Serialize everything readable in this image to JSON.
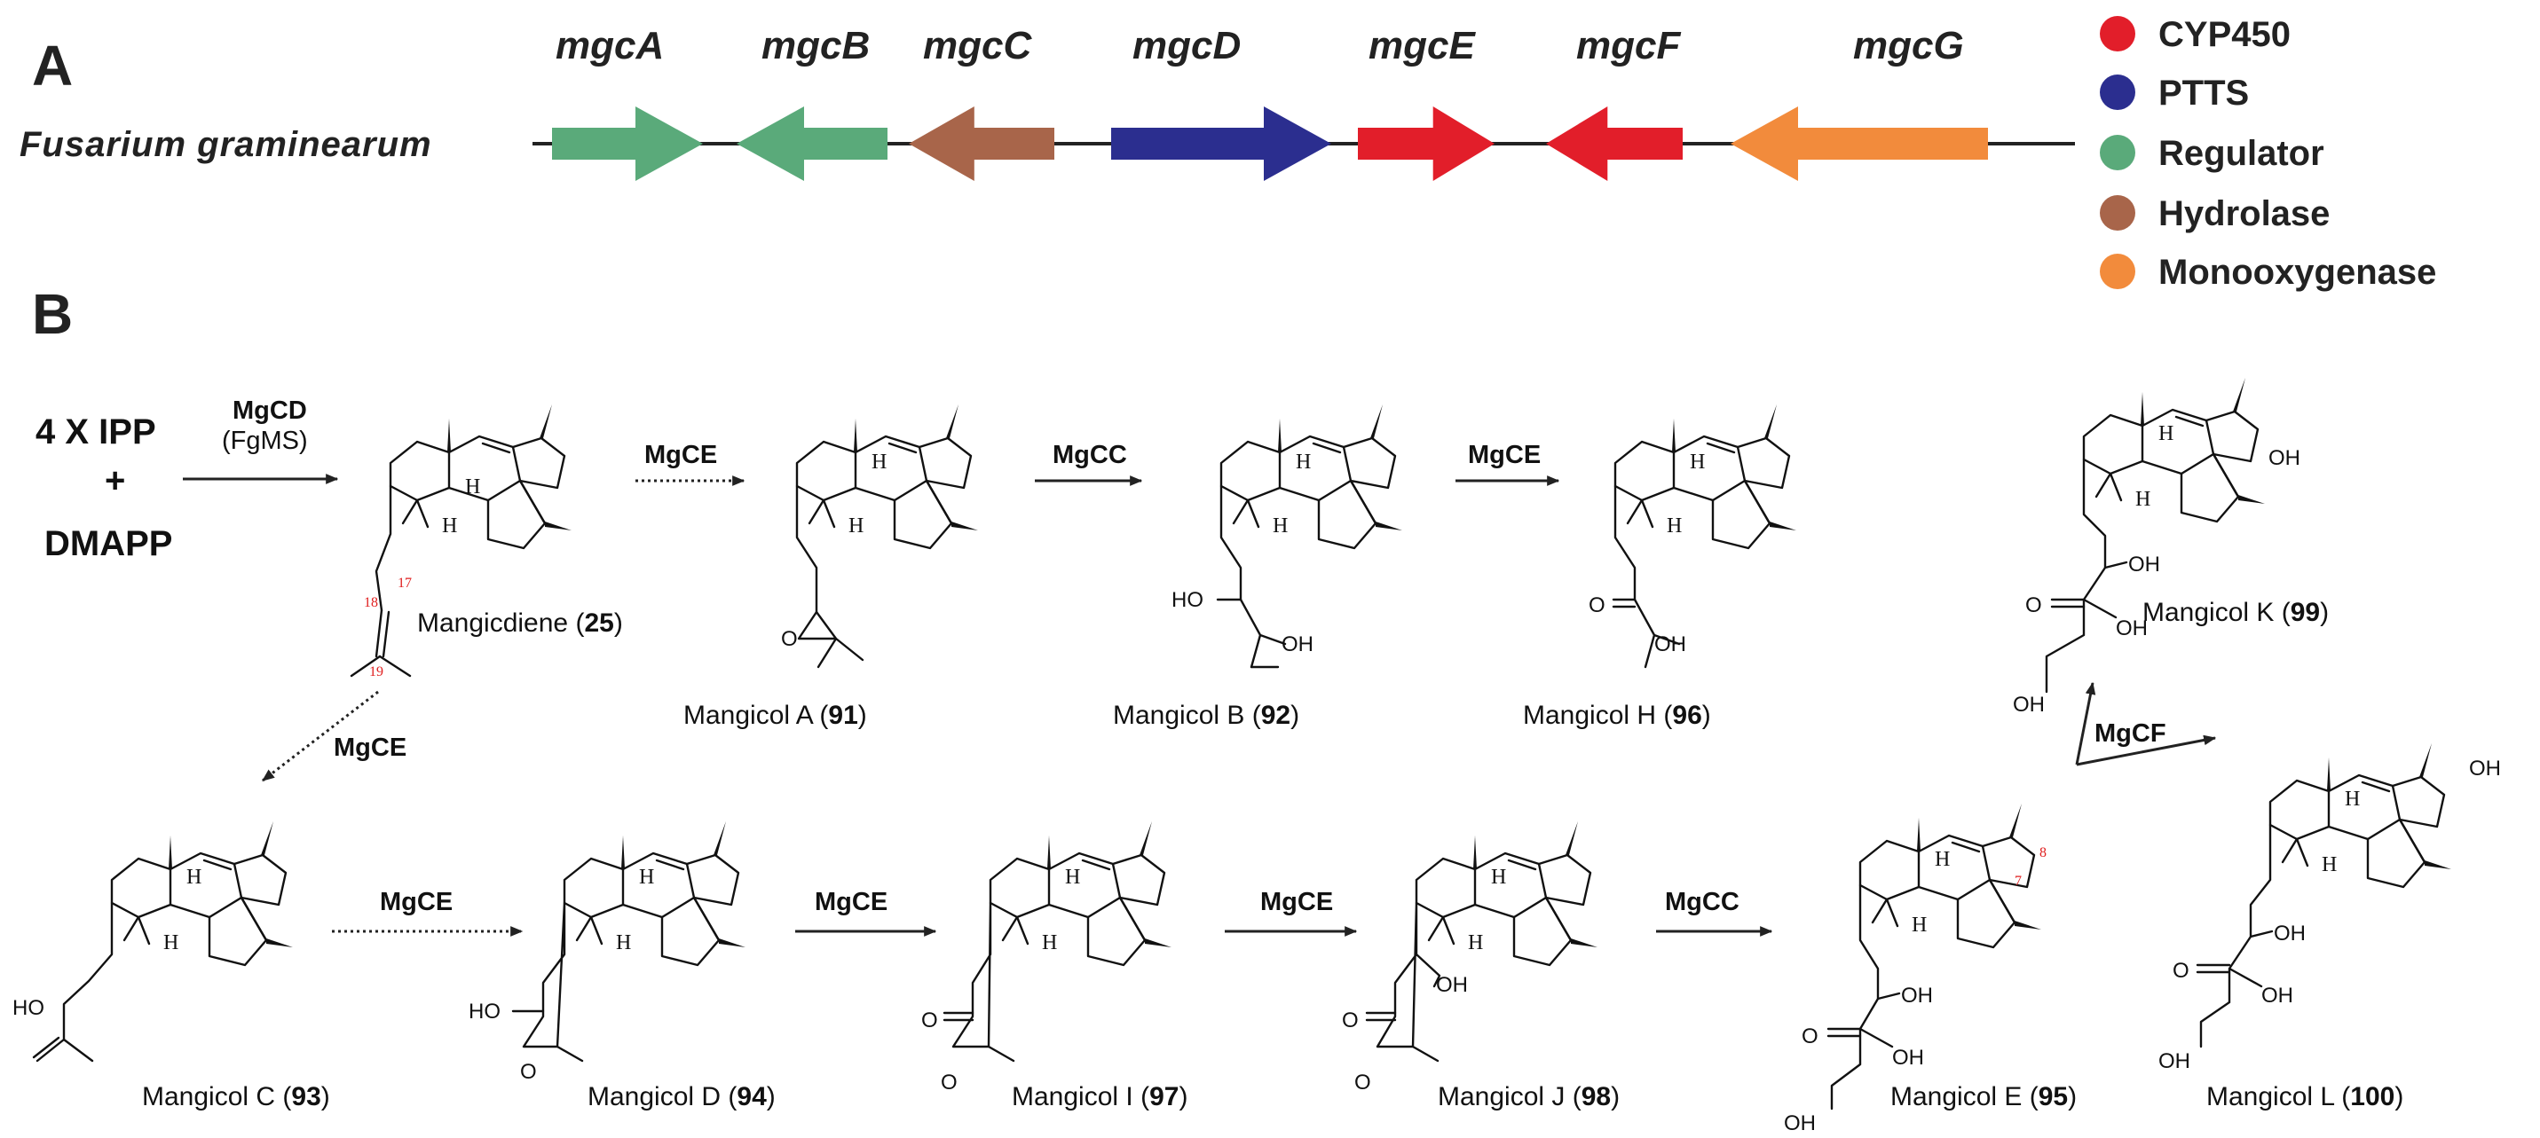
{
  "panel_a": {
    "label": "A",
    "organism": "Fusarium graminearum",
    "genes": [
      {
        "name": "mgcA",
        "direction": "right",
        "role": "Regulator",
        "color": "#5aaa7a"
      },
      {
        "name": "mgcB",
        "direction": "left",
        "role": "Regulator",
        "color": "#5aaa7a"
      },
      {
        "name": "mgcC",
        "direction": "left",
        "role": "Hydrolase",
        "color": "#a8654a"
      },
      {
        "name": "mgcD",
        "direction": "right",
        "role": "PTTS",
        "color": "#2b2e8f"
      },
      {
        "name": "mgcE",
        "direction": "right",
        "role": "CYP450",
        "color": "#e21e2a"
      },
      {
        "name": "mgcF",
        "direction": "left",
        "role": "CYP450",
        "color": "#e21e2a"
      },
      {
        "name": "mgcG",
        "direction": "left",
        "role": "Monooxygenase",
        "color": "#f28b3c"
      }
    ],
    "legend": [
      {
        "label": "CYP450",
        "color": "#e21e2a"
      },
      {
        "label": "PTTS",
        "color": "#2b2e8f"
      },
      {
        "label": "Regulator",
        "color": "#5aaa7a"
      },
      {
        "label": "Hydrolase",
        "color": "#a8654a"
      },
      {
        "label": "Monooxygenase",
        "color": "#f28b3c"
      }
    ]
  },
  "panel_b": {
    "label": "B",
    "start": {
      "line1": "4 X IPP",
      "line2": "+",
      "line3": "DMAPP"
    },
    "enzymes": {
      "mgcd": "MgCD",
      "fgms": "(FgMS)",
      "mgce": "MgCE",
      "mgcc": "MgCC",
      "mgcf": "MgCF"
    },
    "compounds": {
      "c25": {
        "name": "Mangicdiene",
        "number": "25"
      },
      "c91": {
        "name": "Mangicol A",
        "number": "91"
      },
      "c92": {
        "name": "Mangicol  B",
        "number": "92"
      },
      "c96": {
        "name": "Mangicol H",
        "number": "96"
      },
      "c99": {
        "name": "Mangicol K",
        "number": "99"
      },
      "c93": {
        "name": "Mangicol C",
        "number": "93"
      },
      "c94": {
        "name": "Mangicol D",
        "number": "94"
      },
      "c97": {
        "name": "Mangicol I",
        "number": "97"
      },
      "c98": {
        "name": "Mangicol J",
        "number": "98"
      },
      "c95": {
        "name": "Mangicol E",
        "number": "95"
      },
      "c100": {
        "name": "Mangicol L",
        "number": "100"
      }
    },
    "atoms": {
      "h": "H",
      "oh": "OH",
      "ho": "HO",
      "o": "O"
    },
    "locants": {
      "l17": "17",
      "l18": "18",
      "l19": "19",
      "l7": "7",
      "l8": "8"
    }
  }
}
